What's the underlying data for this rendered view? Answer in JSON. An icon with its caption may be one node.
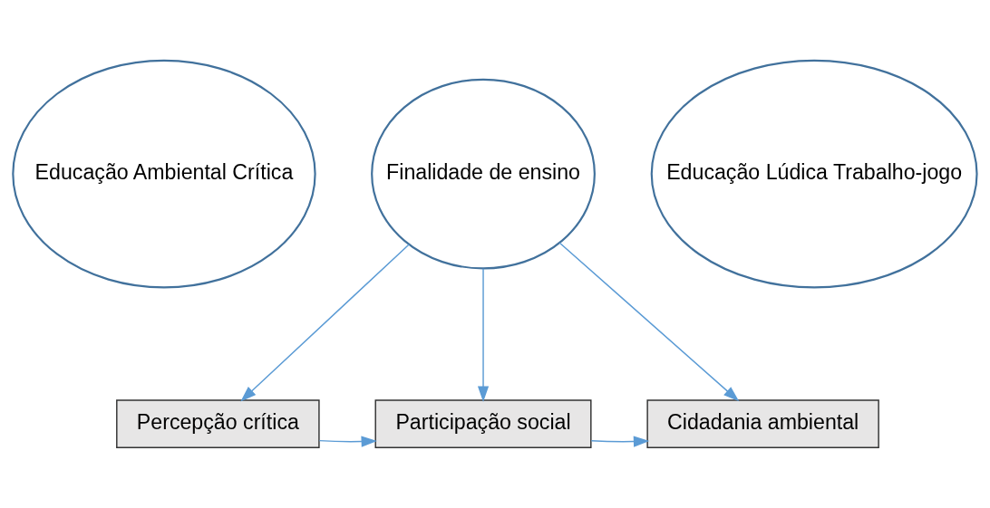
{
  "diagram": {
    "nodes": [
      {
        "text": [
          "Educação Ambiental Crítica"
        ]
      },
      {
        "text": [
          "Finalidade de ensino"
        ]
      },
      {
        "text": [
          "Educação Lúdica Trabalho-jogo"
        ]
      },
      {
        "text": [
          "Percepção crítica"
        ]
      },
      {
        "text": [
          "Participação social"
        ]
      },
      {
        "text": [
          "Cidadania ambiental"
        ]
      }
    ],
    "edges": [
      {
        "from": 1,
        "to": 3,
        "arrow": "to",
        "color": "#5b9bd5"
      },
      {
        "from": 1,
        "to": 4,
        "arrow": "to",
        "color": "#5b9bd5"
      },
      {
        "from": 1,
        "to": 5,
        "arrow": "to",
        "color": "#5b9bd5"
      },
      {
        "from": 3,
        "to": 4,
        "arrow": "to",
        "color": "#5b9bd5"
      },
      {
        "from": 4,
        "to": 5,
        "arrow": "to",
        "color": "#5b9bd5"
      }
    ]
  }
}
